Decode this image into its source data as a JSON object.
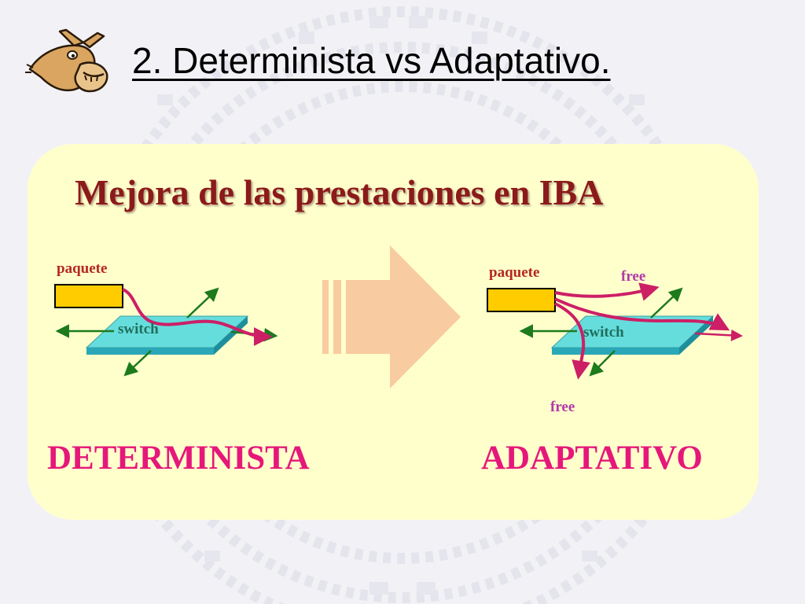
{
  "slide": {
    "title": "2. Determinista vs Adaptativo."
  },
  "panel": {
    "heading": "Mejora de las prestaciones en IBA"
  },
  "diagram": {
    "left": {
      "packet_label": "paquete",
      "switch_label": "switch",
      "caption": "DETERMINISTA"
    },
    "right": {
      "packet_label": "paquete",
      "switch_label": "switch",
      "free_top": "free",
      "free_bottom": "free",
      "caption": "ADAPTATIVO"
    }
  },
  "icons": {
    "mascot": "cartoon-donkey-icon",
    "transition": "right-arrow-icon"
  },
  "colors": {
    "panel_background": "#ffffcc",
    "heading": "#8b1a1a",
    "caption": "#e6177a",
    "packet_label": "#b5281f",
    "free_label": "#b03aa8",
    "switch_label": "#1f6f5c",
    "route": "#cc1f66",
    "port_arrow": "#1d7a1d",
    "packet_fill": "#ffcc00",
    "switch_top": "#66dddd",
    "transition_arrow": "#f8cba0"
  }
}
